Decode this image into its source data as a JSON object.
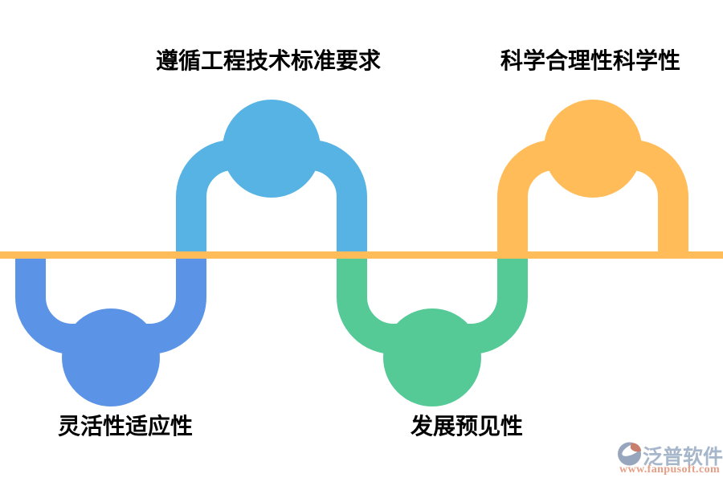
{
  "diagram": {
    "description": "wave-flow diagram with four nodes alternating above and below a horizontal baseline",
    "baseline": {
      "color": "#FFBC59"
    },
    "items": [
      {
        "label": "灵活性适应性",
        "color": "#5B94E6",
        "side": "bottom"
      },
      {
        "label": "遵循工程技术标准要求",
        "color": "#57B3E3",
        "side": "top"
      },
      {
        "label": "发展预见性",
        "color": "#55CA96",
        "side": "bottom"
      },
      {
        "label": "科学合理性科学性",
        "color": "#FFBC59",
        "side": "top"
      }
    ],
    "label_color": "#000000"
  },
  "watermark": {
    "brand": "泛普软件",
    "url": "www.fanpusoft.com",
    "brand_color": "#A6B6CB",
    "url_color": "#E79E85",
    "logo": {
      "base_color": "#97A6BC",
      "accent_color": "#C97F6D"
    }
  }
}
